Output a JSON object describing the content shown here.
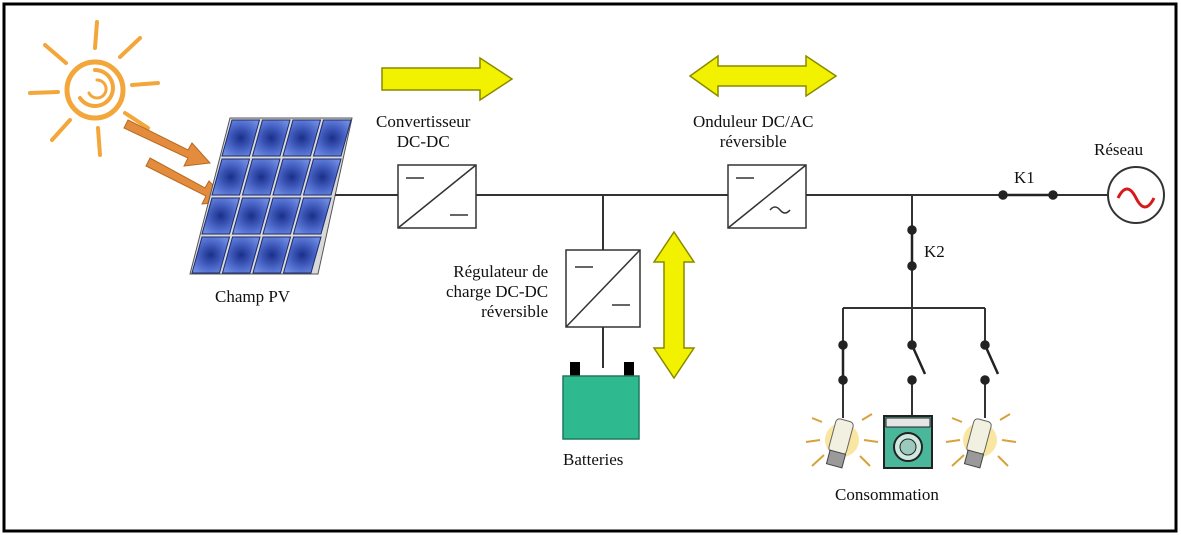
{
  "labels": {
    "pv": "Champ PV",
    "dcdc_line1": "Convertisseur",
    "dcdc_line2": "DC-DC",
    "inverter_line1": "Onduleur DC/AC",
    "inverter_line2": "réversible",
    "grid": "Réseau",
    "k1": "K1",
    "k2": "K2",
    "regulator_line1": "Régulateur de",
    "regulator_line2": "charge DC-DC",
    "regulator_line3": "réversible",
    "batteries": "Batteries",
    "consumption": "Consommation"
  },
  "colors": {
    "arrow_fill": "#f2f200",
    "arrow_stroke": "#8a8a00",
    "sun": "#f3a63a",
    "sunray": "#e08a3a",
    "panel": "#3a55b8",
    "battery": "#2fb98f",
    "grid_wave": "#d7191c"
  },
  "icons": [
    "sun-icon",
    "pv-panel-icon",
    "battery-icon",
    "bulb-icon",
    "washing-machine-icon",
    "ac-source-icon"
  ]
}
